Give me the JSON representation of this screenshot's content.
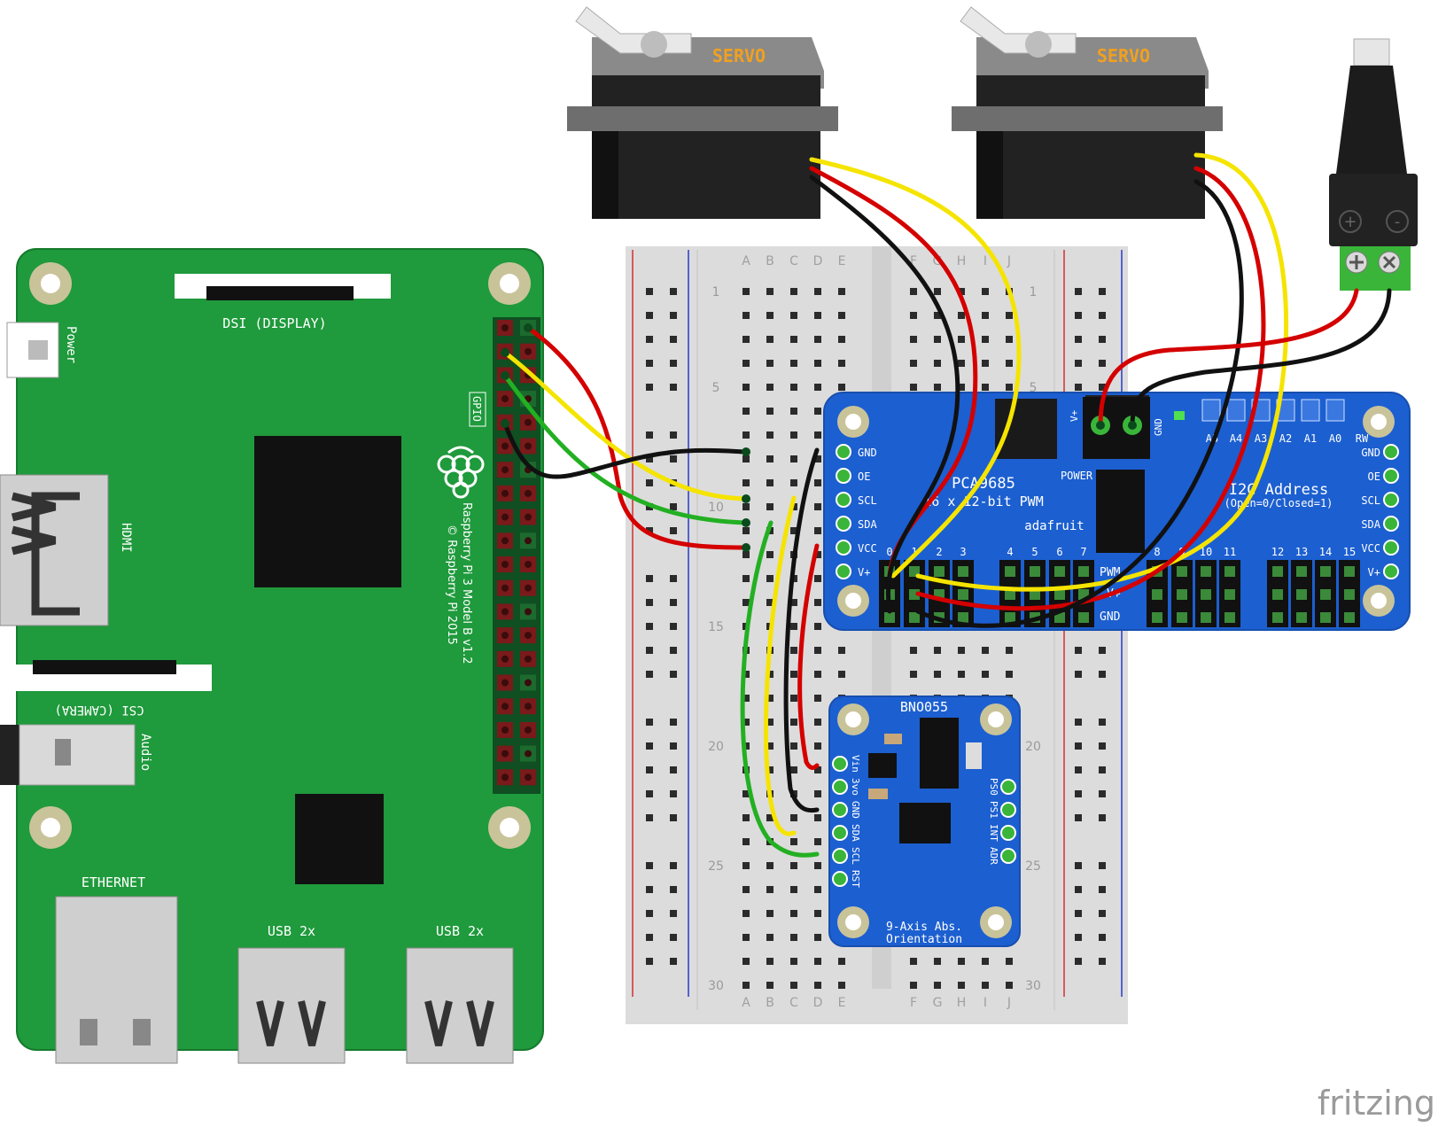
{
  "raspberry_pi": {
    "power_label": "Power",
    "dsi_label": "DSI (DISPLAY)",
    "gpio_label": "GPIO",
    "hdmi_label": "HDMI",
    "csi_label": "CSI (CAMERA)",
    "audio_label": "Audio",
    "model_line1": "Raspberry Pi 3 Model B v1.2",
    "model_line2": "© Raspberry Pi 2015",
    "ethernet_label": "ETHERNET",
    "usb1_label": "USB 2x",
    "usb2_label": "USB 2x",
    "colors": {
      "board": "#1f9a3c",
      "board_edge": "#157a2c"
    }
  },
  "servos": [
    {
      "label": "SERVO"
    },
    {
      "label": "SERVO"
    }
  ],
  "breadboard": {
    "columns_left": [
      "A",
      "B",
      "C",
      "D",
      "E"
    ],
    "columns_right": [
      "F",
      "G",
      "H",
      "I",
      "J"
    ],
    "row_numbers": [
      "1",
      "5",
      "10",
      "15",
      "20",
      "25",
      "30"
    ]
  },
  "pca9685": {
    "title": "PCA9685",
    "subtitle": "16 x 12-bit PWM",
    "power_label": "POWER",
    "brand": "adafruit",
    "i2c_title": "I2C Address",
    "i2c_subtitle": "(Open=0/Closed=1)",
    "address_labels": [
      "A5",
      "A4",
      "A3",
      "A2",
      "A1",
      "A0",
      "RW"
    ],
    "left_pins": [
      "GND",
      "OE",
      "SCL",
      "SDA",
      "VCC",
      "V+"
    ],
    "right_pins": [
      "GND",
      "OE",
      "SCL",
      "SDA",
      "VCC",
      "V+"
    ],
    "channels": [
      "0",
      "1",
      "2",
      "3",
      "4",
      "5",
      "6",
      "7",
      "8",
      "9",
      "10",
      "11",
      "12",
      "13",
      "14",
      "15"
    ],
    "row_labels": [
      "PWM",
      "V+",
      "GND"
    ],
    "terminal_labels": [
      "V+",
      "GND"
    ],
    "colors": {
      "board": "#1c5fd0"
    }
  },
  "bno055": {
    "title": "BNO055",
    "left_pins": [
      "Vin",
      "3vo",
      "GND",
      "SDA",
      "SCL",
      "RST"
    ],
    "right_pins": [
      "PS0",
      "PS1",
      "INT",
      "ADR"
    ],
    "footer1": "9-Axis Abs.",
    "footer2": "Orientation"
  },
  "dc_jack": {
    "plus": "+",
    "minus": "-"
  },
  "watermark": "fritzing",
  "wire_colors": {
    "red": "#d40000",
    "black": "#111111",
    "yellow": "#f5e400",
    "green": "#22b022"
  }
}
